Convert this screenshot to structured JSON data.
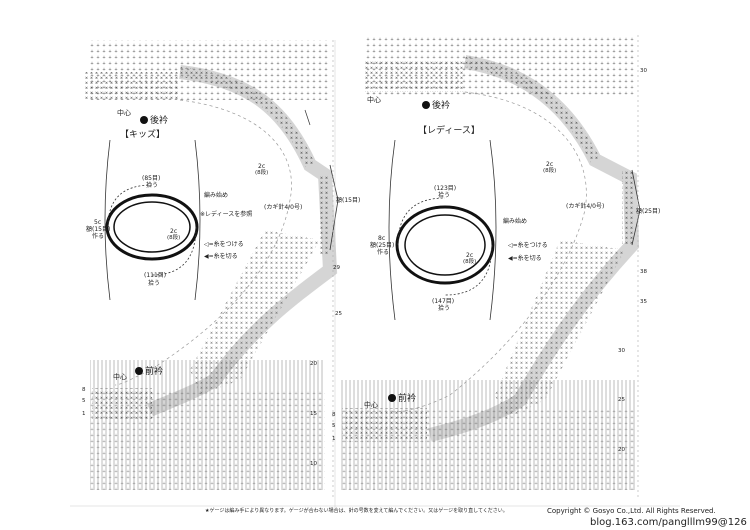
{
  "kids": {
    "title": "【キッズ】",
    "back_neck": "後衿",
    "front_neck": "前衿",
    "center_top": "中心",
    "center_bottom": "中心",
    "pickup_top": "(85目)",
    "pickup_top_verb": "拾う",
    "pickup_bottom": "(111目)",
    "pickup_bottom_verb": "拾う",
    "start": "編み始め",
    "start_note": "※レディースを参照",
    "side_note": "5c",
    "side_note2": "額(15目)",
    "side_note3": "作る",
    "inner_2c": "2c",
    "inner_2c_rows": "(8段)",
    "attach": "=糸をつける",
    "cut": "=糸を切る",
    "needle": "(カギ針4/0号)",
    "band": "額(15目)",
    "c2_label": "2c",
    "c2_rows": "(8段)",
    "row_marks": [
      "29",
      "25",
      "20",
      "15",
      "10"
    ],
    "left_marks": [
      "8",
      "5",
      "1"
    ]
  },
  "ladies": {
    "title": "【レディース】",
    "back_neck": "後衿",
    "front_neck": "前衿",
    "center_top": "中心",
    "center_bottom": "中心",
    "pickup_top": "(123目)",
    "pickup_top_verb": "拾う",
    "pickup_bottom": "(147目)",
    "pickup_bottom_verb": "拾う",
    "start": "編み始め",
    "side_note": "8c",
    "side_note2": "額(25目)",
    "side_note3": "作る",
    "inner_2c": "2c",
    "inner_2c_rows": "(8段)",
    "attach": "=糸をつける",
    "cut": "=糸を切る",
    "needle": "(カギ針4/0号)",
    "band": "額(25目)",
    "c2_label": "2c",
    "c2_rows": "(8段)",
    "row_marks_top": [
      "30"
    ],
    "row_marks": [
      "38",
      "35",
      "30",
      "25",
      "20"
    ],
    "left_marks": [
      "8",
      "5",
      "1"
    ]
  },
  "footer": {
    "gauge_note": "★ゲージは編み手により異なります。ゲージが合わない場合は、針の号数を変えて編んでください。又はゲージを取り直してください。",
    "copyright": "Copyright © Gosyo Co.,Ltd. All Rights Reserved.",
    "watermark": "blog.163.com/panglllm99@126"
  }
}
